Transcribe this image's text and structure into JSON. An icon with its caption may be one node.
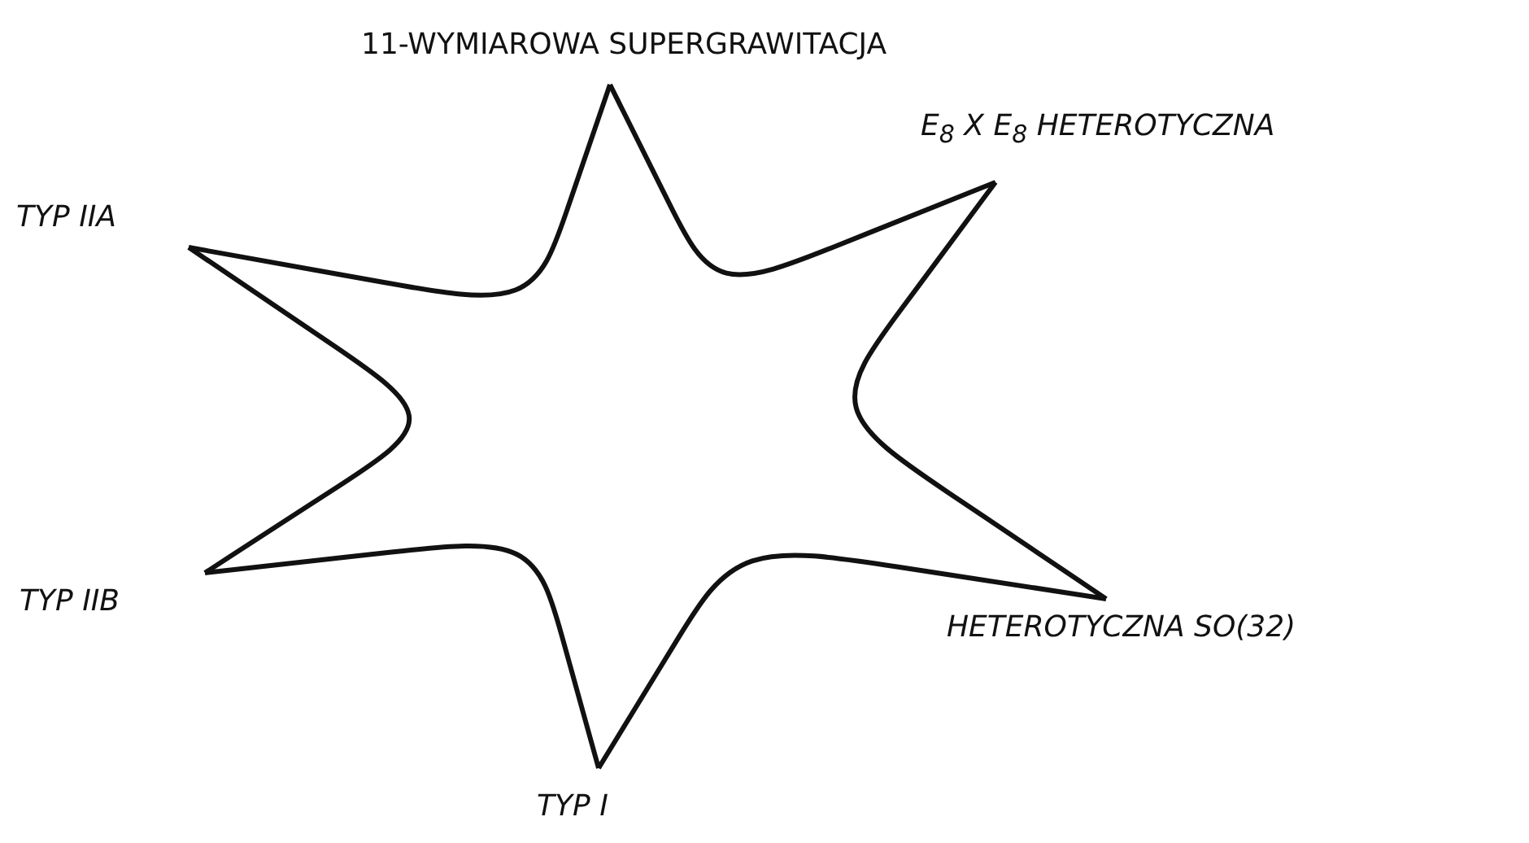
{
  "diagram": {
    "nodes": [
      {
        "text": [
          "11-WYMIAROWA SUPERGRAWITACJA"
        ]
      },
      {
        "text": [
          "E$_{8}$ X E$_{8}$ HETEROTYCZNA"
        ]
      },
      {
        "text": [
          "HETEROTYCZNA SO(32)"
        ]
      },
      {
        "text": [
          "TYP I"
        ]
      },
      {
        "text": [
          "TYP IIB"
        ]
      },
      {
        "text": [
          "TYP IIA"
        ]
      }
    ],
    "edges": [
      {
        "from": 0,
        "to": 1,
        "arrow": "none"
      },
      {
        "from": 1,
        "to": 2,
        "arrow": "none"
      },
      {
        "from": 2,
        "to": 3,
        "arrow": "none"
      },
      {
        "from": 3,
        "to": 4,
        "arrow": "none"
      },
      {
        "from": 4,
        "to": 5,
        "arrow": "none"
      },
      {
        "from": 5,
        "to": 0,
        "arrow": "none"
      }
    ]
  }
}
